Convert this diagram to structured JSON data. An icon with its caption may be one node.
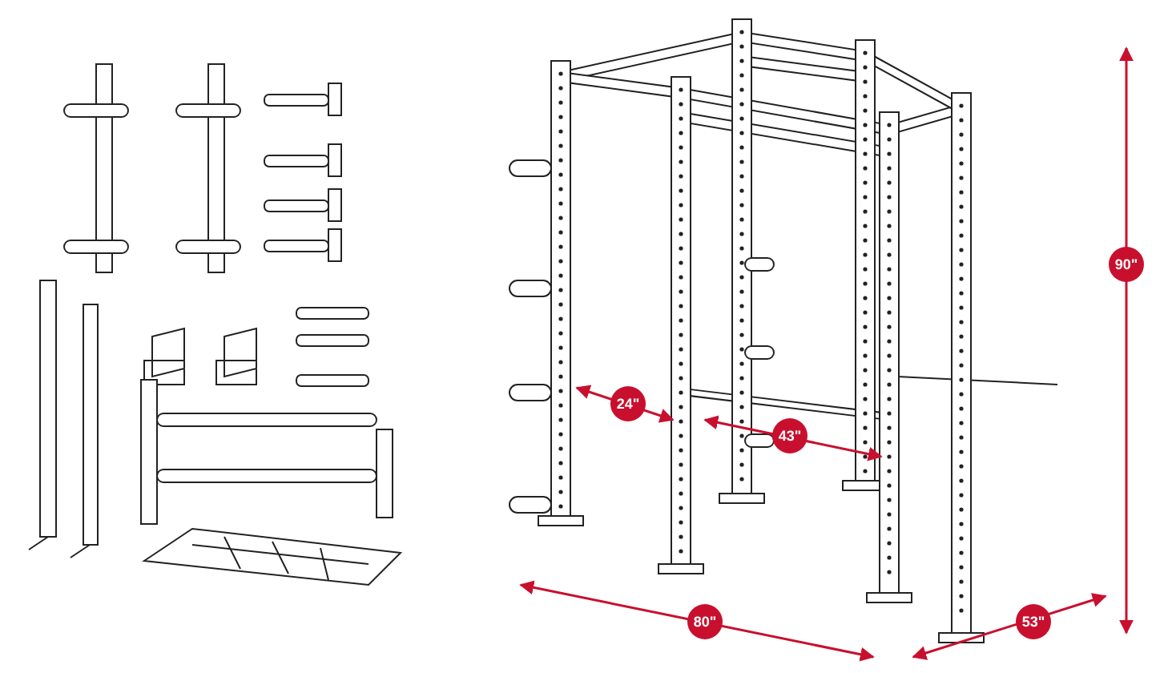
{
  "diagram": {
    "labels": [
      "90\"",
      "24\"",
      "43\"",
      "80\"",
      "53\""
    ]
  }
}
